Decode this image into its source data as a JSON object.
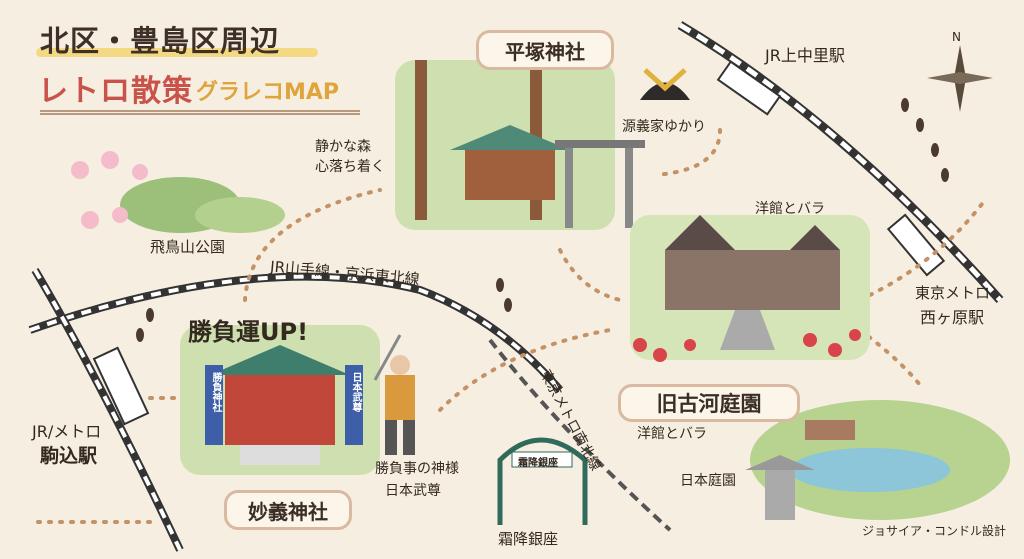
{
  "title": {
    "line1": "北区・豊島区周辺",
    "line2_main": "レトロ散策",
    "line2_sub": "グラレコMAP"
  },
  "compass": {
    "north": "N"
  },
  "places": {
    "hiratsuka": {
      "name": "平塚神社",
      "note": "源義家ゆかり",
      "forest_line1": "静かな森",
      "forest_line2": "心落ち着く"
    },
    "asukayama": {
      "name": "飛鳥山公園"
    },
    "kaminakazato": {
      "name": "JR上中里駅"
    },
    "nishigahara": {
      "line1": "東京メトロ",
      "line2": "西ヶ原駅"
    },
    "kyu_furukawa": {
      "name": "旧古河庭園",
      "note_top": "洋館とバラ",
      "note_left": "洋館とバラ",
      "garden": "日本庭園",
      "designer": "ジョサイア・コンドル設計"
    },
    "myogi": {
      "name": "妙義神社",
      "luck": "勝負運UP!",
      "god_line1": "勝負事の神様",
      "god_line2": "日本武尊",
      "banner_left": "勝負神社",
      "banner_right": "日本武尊"
    },
    "komagome": {
      "line1": "JR/メトロ",
      "line2": "駒込駅"
    },
    "shimofuri": {
      "name": "霜降銀座",
      "sign": "霜降銀座"
    }
  },
  "lines": {
    "yamanote": "JR山手線・京浜東北線",
    "namboku": "東京メトロ南北線"
  },
  "colors": {
    "background": "#f6efe1",
    "title_red": "#c9534a",
    "title_yellow": "#e0a43c",
    "route": "#c49266",
    "rail": "#3a3a3a"
  }
}
